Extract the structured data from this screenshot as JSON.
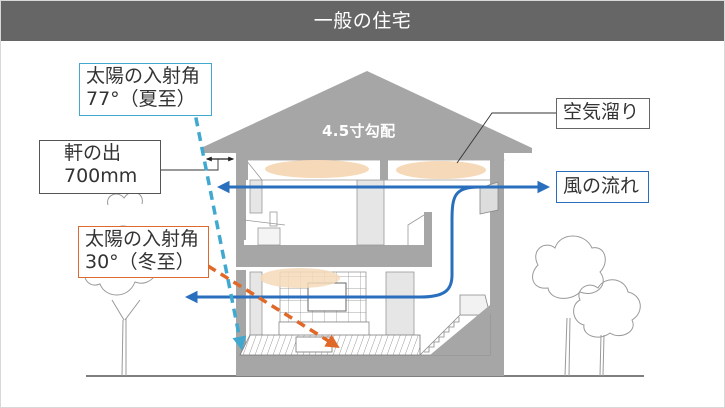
{
  "header": {
    "title": "一般の住宅"
  },
  "labels": {
    "sun_summer": {
      "line1": "太陽の入射角",
      "line2": "77°（夏至）"
    },
    "eave": {
      "line1": "軒の出",
      "line2": "700mm"
    },
    "sun_winter": {
      "line1": "太陽の入射角",
      "line2": "30°（冬至）"
    },
    "air_pocket": "空気溜り",
    "wind_flow": "風の流れ",
    "roof_pitch": "4.5寸勾配"
  },
  "values": {
    "summer_sun_angle_deg": 77,
    "winter_sun_angle_deg": 30,
    "eave_overhang_mm": 700,
    "roof_pitch_sun": 4.5
  },
  "colors": {
    "header_bg": "#666666",
    "house_gray": "#a6a6a6",
    "summer_sun": "#41a8d0",
    "winter_sun": "#e0692a",
    "wind": "#2a6fbd",
    "air_pocket": "#f5d9b8"
  }
}
